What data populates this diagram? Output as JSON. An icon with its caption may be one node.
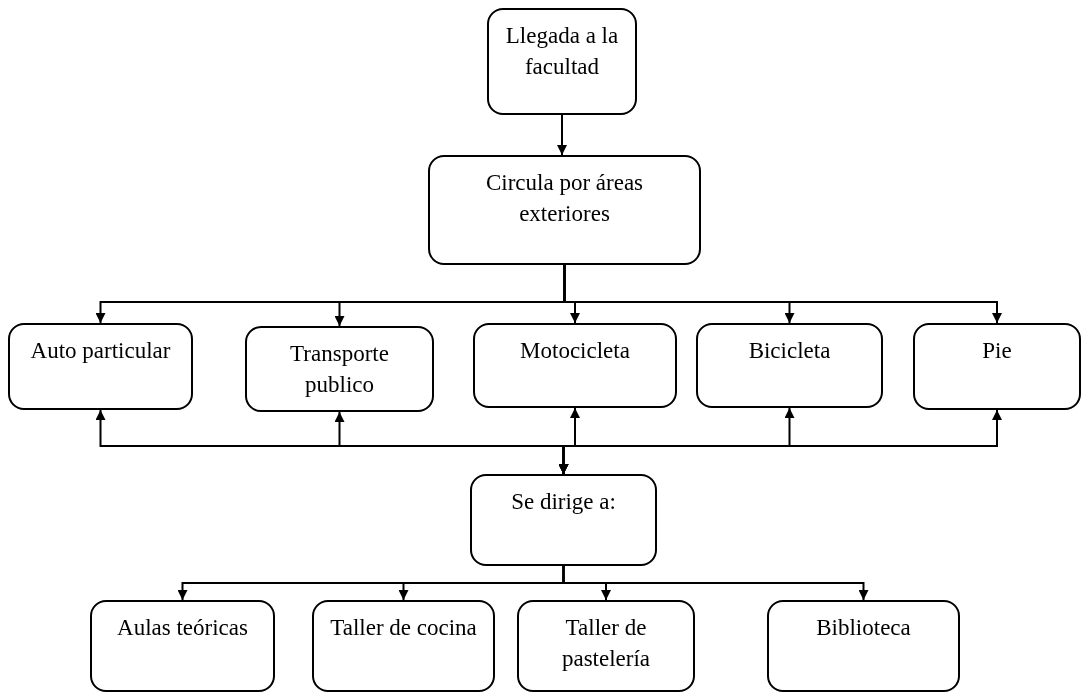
{
  "diagram": {
    "nodes": [
      {
        "text": [
          "Llegada a la facultad"
        ]
      },
      {
        "text": [
          "Circula por áreas exteriores"
        ]
      },
      {
        "text": [
          "Auto particular"
        ]
      },
      {
        "text": [
          "Transporte publico"
        ]
      },
      {
        "text": [
          "Motocicleta"
        ]
      },
      {
        "text": [
          "Bicicleta"
        ]
      },
      {
        "text": [
          "Pie"
        ]
      },
      {
        "text": [
          "Se dirige a:"
        ]
      },
      {
        "text": [
          "Aulas teóricas"
        ]
      },
      {
        "text": [
          "Taller de cocina"
        ]
      },
      {
        "text": [
          "Taller de pastelería"
        ]
      },
      {
        "text": [
          "Biblioteca"
        ]
      }
    ],
    "edges": [
      {
        "from": 0,
        "to": 1,
        "arrow": "to"
      },
      {
        "from": 1,
        "to": 2,
        "arrow": "to"
      },
      {
        "from": 1,
        "to": 3,
        "arrow": "to"
      },
      {
        "from": 1,
        "to": 4,
        "arrow": "to"
      },
      {
        "from": 1,
        "to": 5,
        "arrow": "to"
      },
      {
        "from": 1,
        "to": 6,
        "arrow": "to"
      },
      {
        "from": 2,
        "to": 7,
        "arrow": "both"
      },
      {
        "from": 3,
        "to": 7,
        "arrow": "both"
      },
      {
        "from": 4,
        "to": 7,
        "arrow": "both"
      },
      {
        "from": 5,
        "to": 7,
        "arrow": "both"
      },
      {
        "from": 6,
        "to": 7,
        "arrow": "both"
      },
      {
        "from": 7,
        "to": 8,
        "arrow": "to"
      },
      {
        "from": 7,
        "to": 9,
        "arrow": "to"
      },
      {
        "from": 7,
        "to": 10,
        "arrow": "to"
      },
      {
        "from": 7,
        "to": 11,
        "arrow": "to"
      }
    ]
  }
}
